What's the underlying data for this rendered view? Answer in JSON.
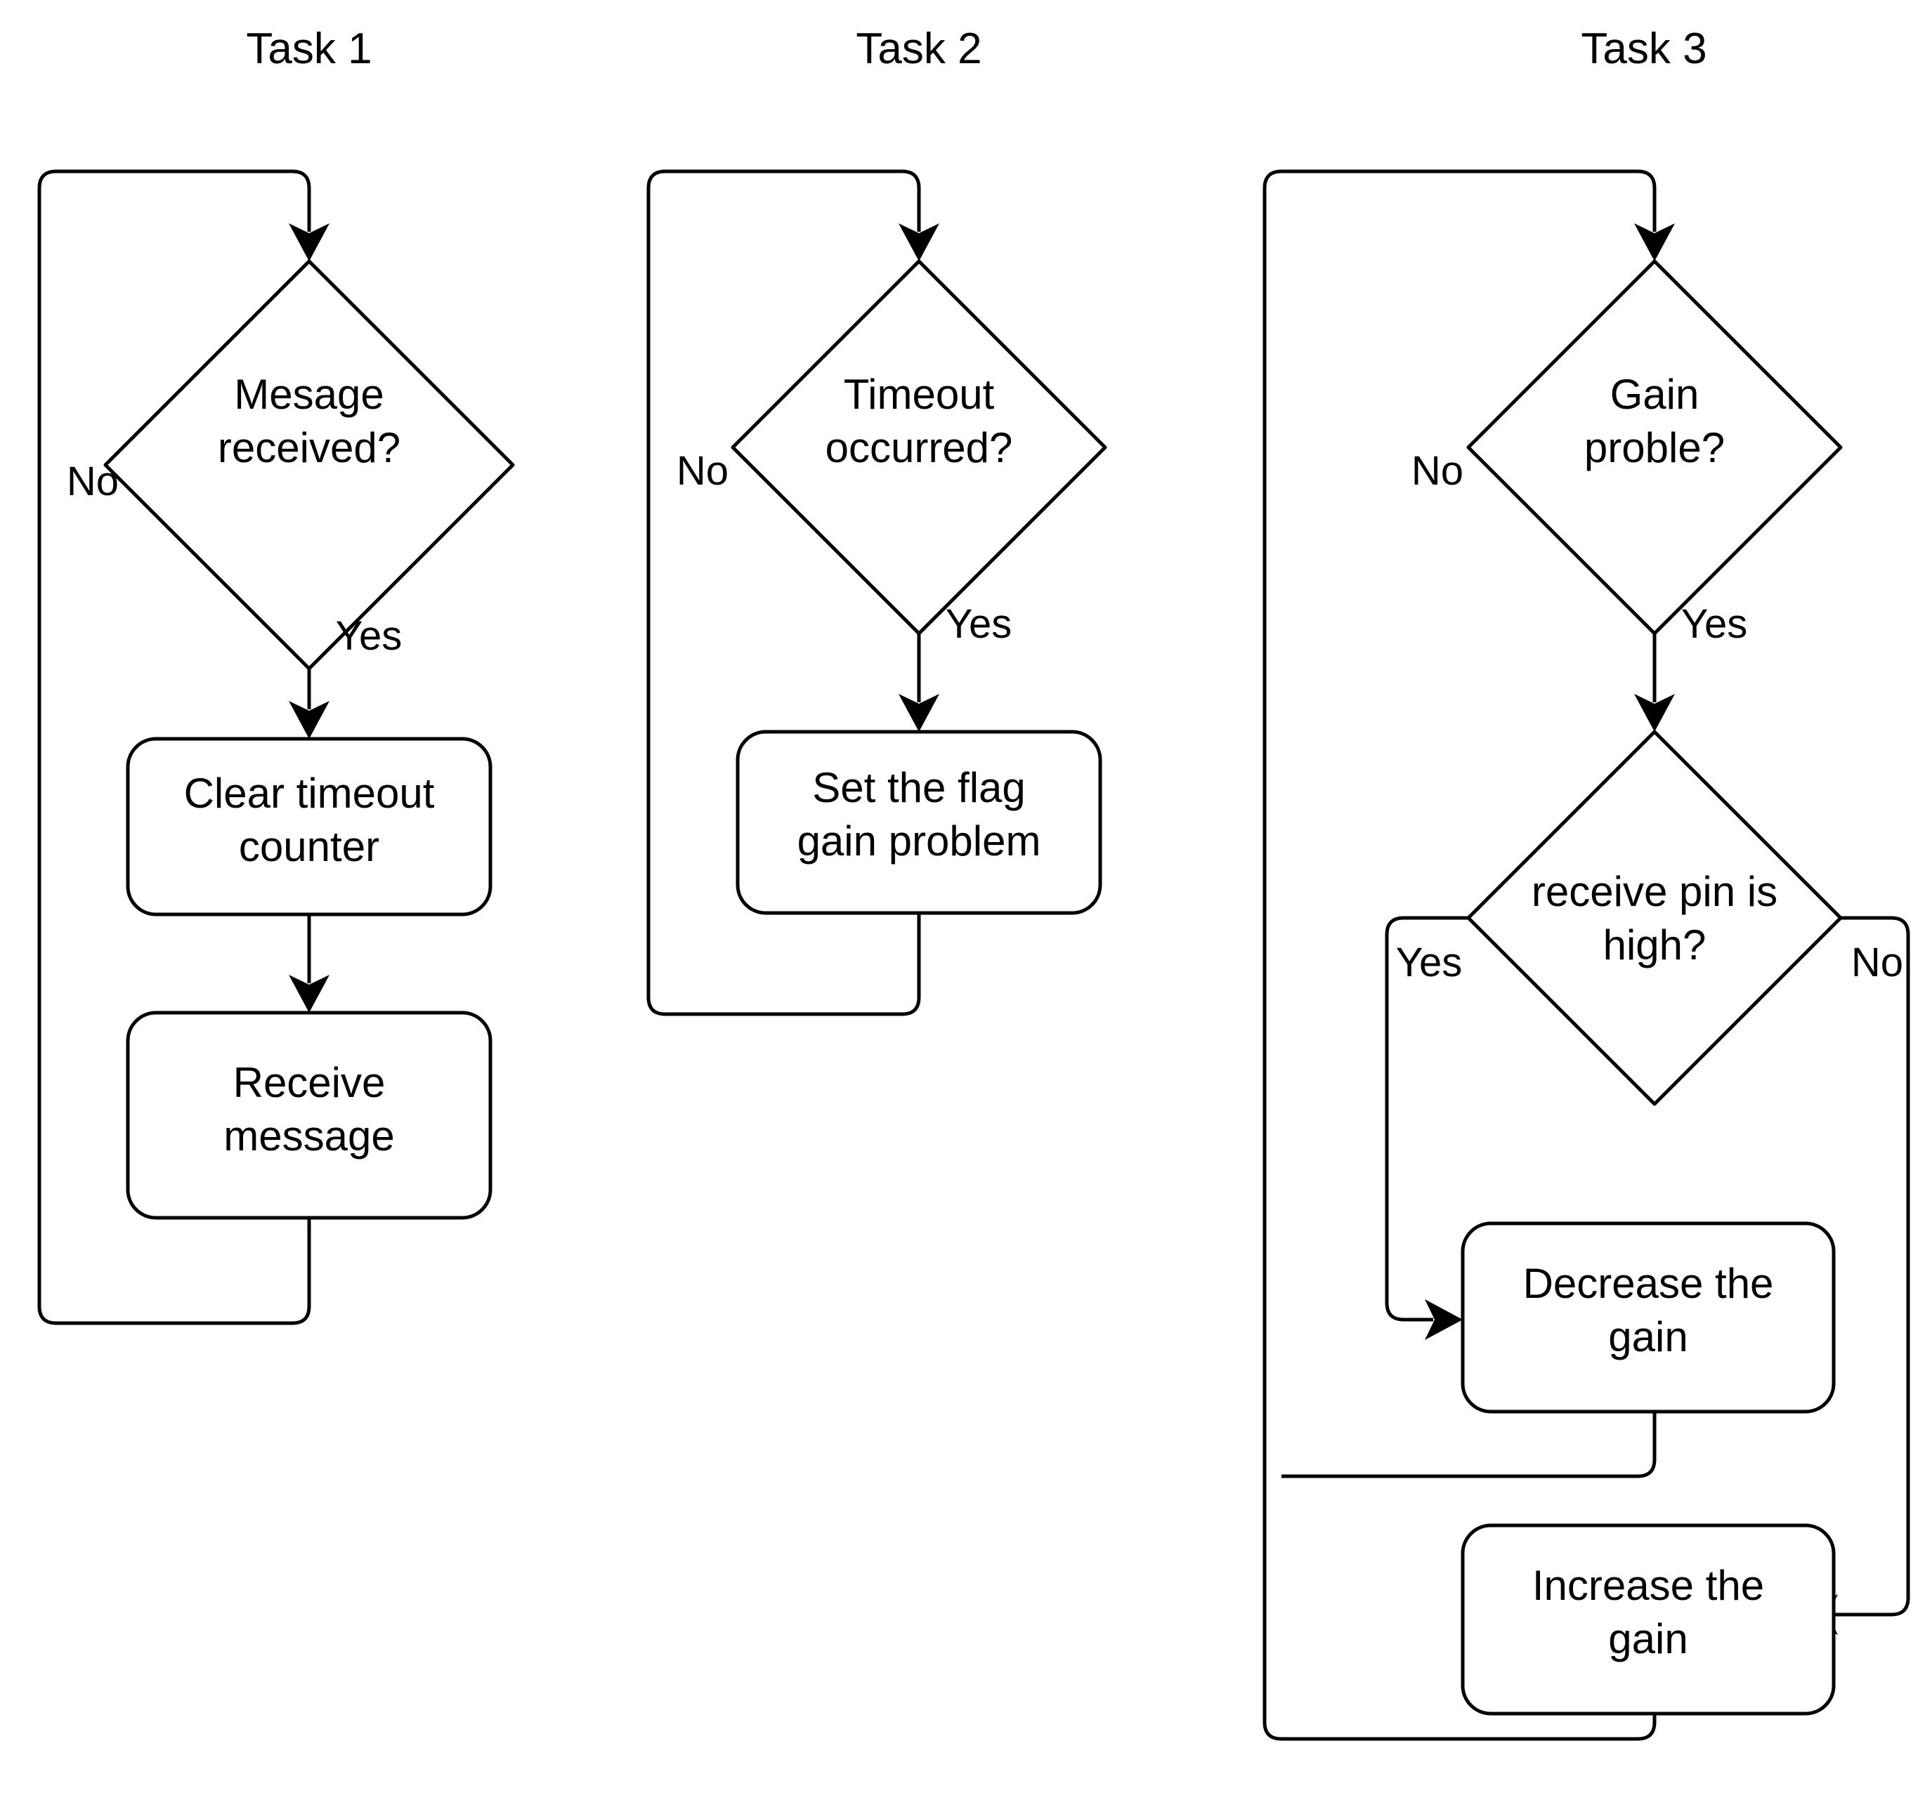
{
  "diagram": {
    "kind": "flowchart",
    "background_color": "#ffffff",
    "line_color": "#000000",
    "shape_fill": "#ffffff",
    "columns": [
      {
        "id": "task1",
        "title": "Task 1",
        "nodes": [
          {
            "id": "t1-decision",
            "type": "decision",
            "lines": [
              "Mesage",
              "received?"
            ]
          },
          {
            "id": "t1-clear",
            "type": "process",
            "lines": [
              "Clear timeout",
              "counter"
            ]
          },
          {
            "id": "t1-receive",
            "type": "process",
            "lines": [
              "Receive",
              "message"
            ]
          }
        ],
        "edge_labels": [
          {
            "id": "t1-no",
            "text": "No"
          },
          {
            "id": "t1-yes",
            "text": "Yes"
          }
        ]
      },
      {
        "id": "task2",
        "title": "Task 2",
        "nodes": [
          {
            "id": "t2-decision",
            "type": "decision",
            "lines": [
              "Timeout",
              "occurred?"
            ]
          },
          {
            "id": "t2-setflag",
            "type": "process",
            "lines": [
              "Set the flag",
              "gain problem"
            ]
          }
        ],
        "edge_labels": [
          {
            "id": "t2-no",
            "text": "No"
          },
          {
            "id": "t2-yes",
            "text": "Yes"
          }
        ]
      },
      {
        "id": "task3",
        "title": "Task 3",
        "nodes": [
          {
            "id": "t3-decision1",
            "type": "decision",
            "lines": [
              "Gain",
              "proble?"
            ]
          },
          {
            "id": "t3-decision2",
            "type": "decision",
            "lines": [
              "receive pin is",
              "high?"
            ]
          },
          {
            "id": "t3-decrease",
            "type": "process",
            "lines": [
              "Decrease the",
              "gain"
            ]
          },
          {
            "id": "t3-increase",
            "type": "process",
            "lines": [
              "Increase the",
              "gain"
            ]
          }
        ],
        "edge_labels": [
          {
            "id": "t3-no1",
            "text": "No"
          },
          {
            "id": "t3-yes1",
            "text": "Yes"
          },
          {
            "id": "t3-yes2",
            "text": "Yes"
          },
          {
            "id": "t3-no2",
            "text": "No"
          }
        ]
      }
    ]
  },
  "labels": {
    "task1_title": "Task 1",
    "task2_title": "Task 2",
    "task3_title": "Task 3",
    "t1_decision_l1": "Mesage",
    "t1_decision_l2": "received?",
    "t1_no": "No",
    "t1_yes": "Yes",
    "t1_clear_l1": "Clear timeout",
    "t1_clear_l2": "counter",
    "t1_receive_l1": "Receive",
    "t1_receive_l2": "message",
    "t2_decision_l1": "Timeout",
    "t2_decision_l2": "occurred?",
    "t2_no": "No",
    "t2_yes": "Yes",
    "t2_setflag_l1": "Set the flag",
    "t2_setflag_l2": "gain problem",
    "t3_decision1_l1": "Gain",
    "t3_decision1_l2": "proble?",
    "t3_no1": "No",
    "t3_yes1": "Yes",
    "t3_decision2_l1": "receive pin is",
    "t3_decision2_l2": "high?",
    "t3_yes2": "Yes",
    "t3_no2": "No",
    "t3_decrease_l1": "Decrease the",
    "t3_decrease_l2": "gain",
    "t3_increase_l1": "Increase the",
    "t3_increase_l2": "gain"
  }
}
